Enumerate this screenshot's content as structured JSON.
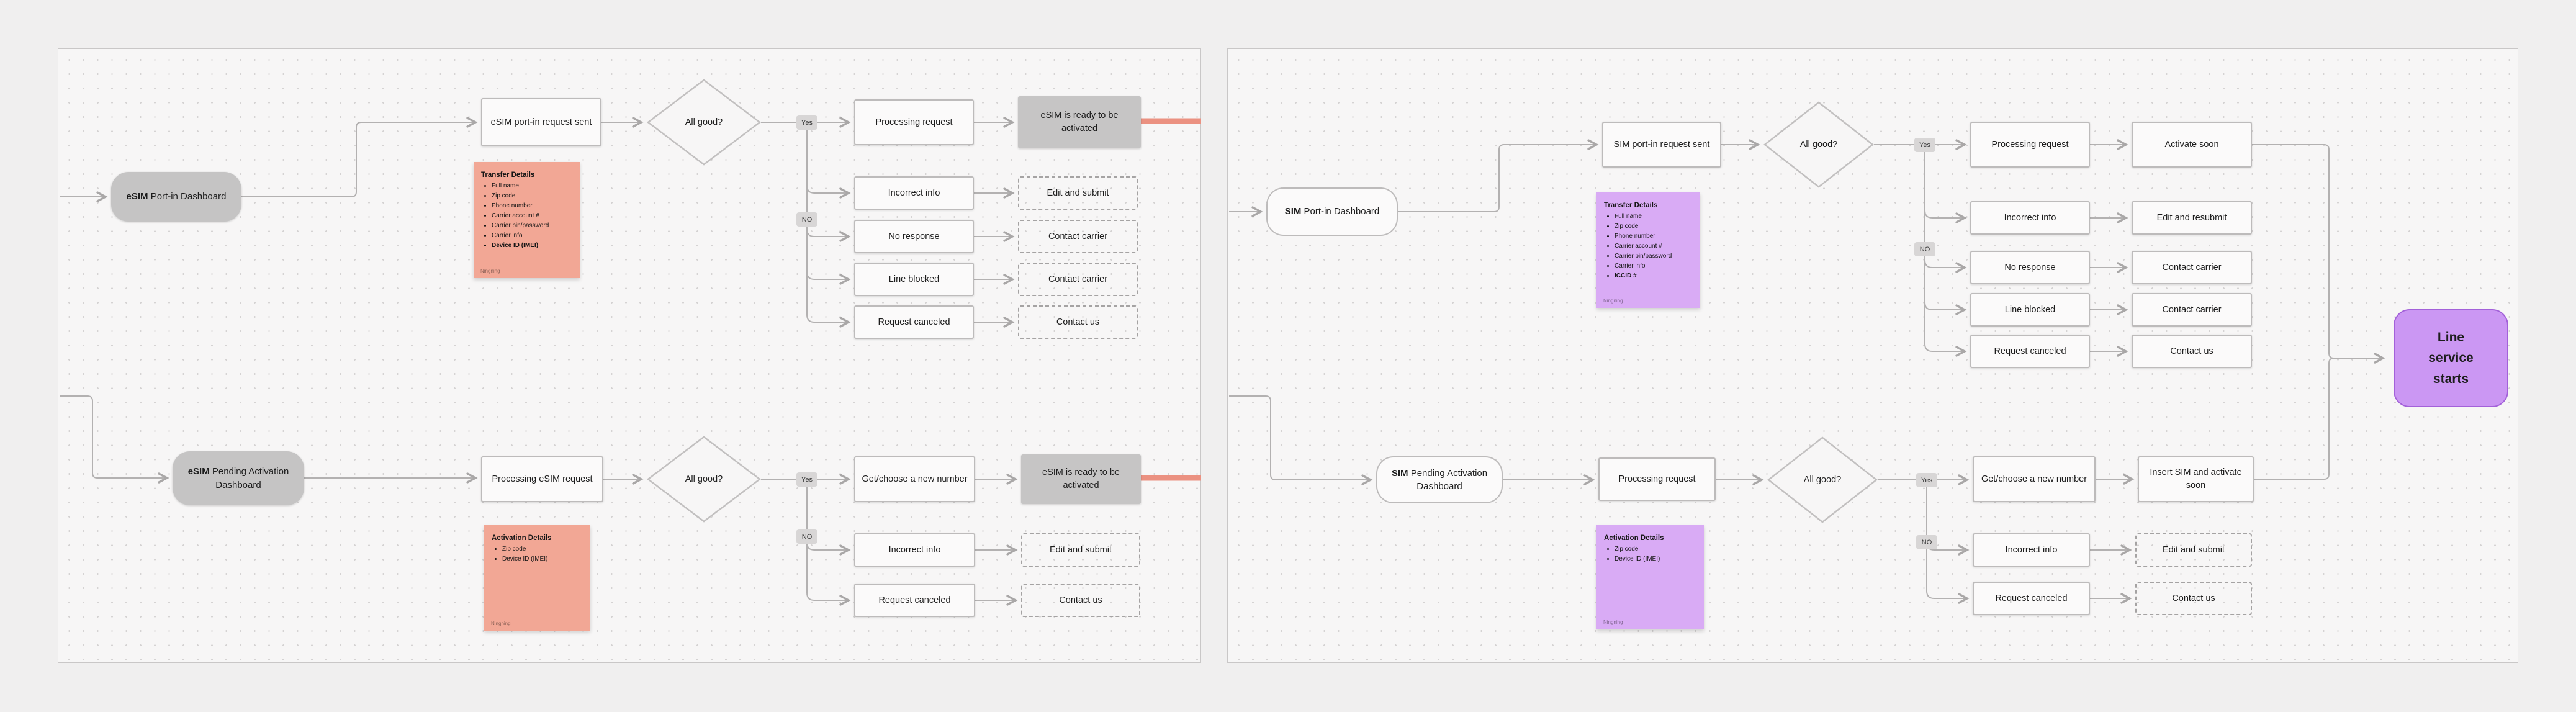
{
  "colors": {
    "accent_salmon_connector": "#eb9181",
    "sticky_salmon": "#f2a795",
    "sticky_purple": "#d9abf5",
    "final_purple_fill": "#cb97f3",
    "final_purple_border": "#a361d9",
    "node_gray_fill": "#c6c5c5",
    "connector_gray": "#b3b1b1"
  },
  "left": {
    "top": {
      "entry_label_bold": "eSIM",
      "entry_label_rest": " Port-in Dashboard",
      "step": "eSIM port-in request sent",
      "decision": "All good?",
      "yes_label": "Yes",
      "no_label": "NO",
      "yes_step": "Processing request",
      "yes_result": "eSIM is ready to be activated",
      "no_rows": [
        {
          "cause": "Incorrect info",
          "action": "Edit and submit"
        },
        {
          "cause": "No response",
          "action": "Contact carrier"
        },
        {
          "cause": "Line blocked",
          "action": "Contact carrier"
        },
        {
          "cause": "Request canceled",
          "action": "Contact us"
        }
      ],
      "sticky": {
        "title": "Transfer Details",
        "items": [
          "Full name",
          "Zip code",
          "Phone number",
          "Carrier account #",
          "Carrier pin/password",
          "Carrier info"
        ],
        "bold_item": "Device ID (IMEI)",
        "author": "Ningning"
      }
    },
    "bottom": {
      "entry_label_bold": "eSIM",
      "entry_label_rest": " Pending Activation Dashboard",
      "step": "Processing eSIM request",
      "decision": "All good?",
      "yes_label": "Yes",
      "no_label": "NO",
      "yes_step": "Get/choose a new number",
      "yes_result": "eSIM is ready to be activated",
      "no_rows": [
        {
          "cause": "Incorrect info",
          "action": "Edit and submit"
        },
        {
          "cause": "Request canceled",
          "action": "Contact us"
        }
      ],
      "sticky": {
        "title": "Activation Details",
        "items": [
          "Zip code",
          "Device ID (IMEI)"
        ],
        "author": "Ningning"
      }
    }
  },
  "right": {
    "top": {
      "entry_label_bold": "SIM",
      "entry_label_rest": " Port-in Dashboard",
      "step": "SIM port-in request sent",
      "decision": "All good?",
      "yes_label": "Yes",
      "no_label": "NO",
      "yes_step": "Processing request",
      "yes_result": "Activate soon",
      "no_rows": [
        {
          "cause": "Incorrect info",
          "action": "Edit and resubmit"
        },
        {
          "cause": "No response",
          "action": "Contact carrier"
        },
        {
          "cause": "Line blocked",
          "action": "Contact carrier"
        },
        {
          "cause": "Request canceled",
          "action": "Contact us"
        }
      ],
      "sticky": {
        "title": "Transfer Details",
        "items": [
          "Full name",
          "Zip code",
          "Phone number",
          "Carrier account #",
          "Carrier pin/password",
          "Carrier info"
        ],
        "bold_item": "ICCID #",
        "author": "Ningning"
      }
    },
    "bottom": {
      "entry_label_bold": "SIM",
      "entry_label_rest": " Pending Activation Dashboard",
      "step": "Processing request",
      "decision": "All good?",
      "yes_label": "Yes",
      "no_label": "NO",
      "yes_step": "Get/choose a new number",
      "yes_result": "Insert SIM and activate soon",
      "no_rows": [
        {
          "cause": "Incorrect info",
          "action": "Edit and submit"
        },
        {
          "cause": "Request canceled",
          "action": "Contact us"
        }
      ],
      "sticky": {
        "title": "Activation Details",
        "items": [
          "Zip code",
          "Device ID (IMEI)"
        ],
        "author": "Ningning"
      }
    },
    "final": "Line service starts"
  }
}
